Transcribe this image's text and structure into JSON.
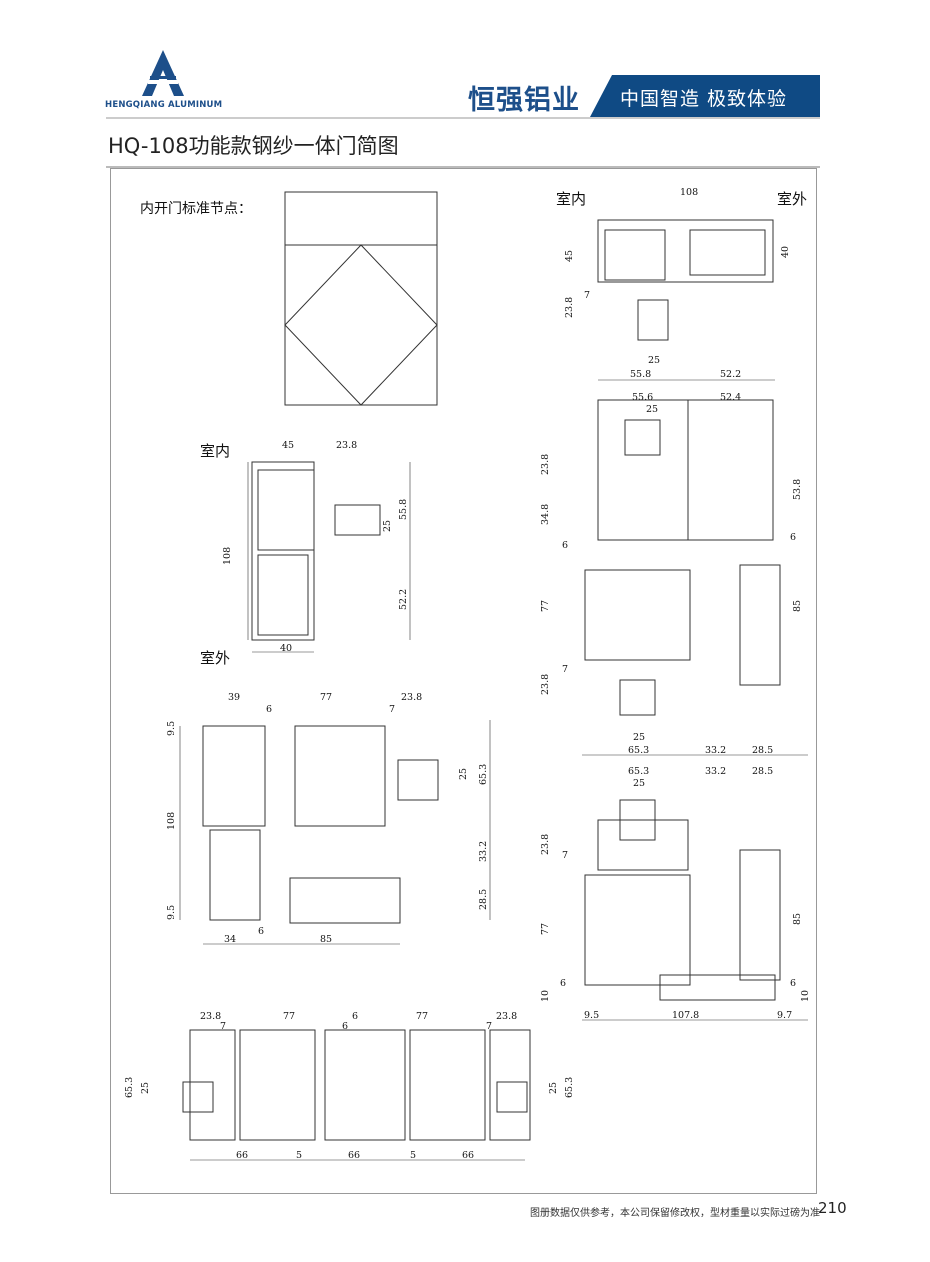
{
  "header": {
    "logo_text": "HENGQIANG ALUMINUM",
    "brand": "恒强铝业",
    "slogan": "中国智造 极致体验",
    "accent": "#0f4a84"
  },
  "page_title": "HQ-108功能款钢纱一体门简图",
  "legend": {
    "label": "内开门标准节点："
  },
  "d1": {
    "indoor": "室内",
    "outdoor": "室外",
    "l": [
      "45",
      "23.8",
      "25",
      "55.8",
      "108",
      "52.2",
      "40"
    ]
  },
  "d2": {
    "l": [
      "39",
      "6",
      "77",
      "7",
      "23.8",
      "9.5",
      "108",
      "25",
      "65.3",
      "33.2",
      "28.5",
      "9.5",
      "6",
      "34",
      "85"
    ]
  },
  "d3": {
    "l": [
      "23.8",
      "7",
      "77",
      "6",
      "6",
      "77",
      "7",
      "23.8",
      "65.3",
      "25",
      "25",
      "65.3",
      "66",
      "5",
      "66",
      "5",
      "66"
    ]
  },
  "r1": {
    "indoor": "室内",
    "outdoor": "室外",
    "l": [
      "108",
      "45",
      "40",
      "23.8",
      "7",
      "25",
      "55.8",
      "52.2"
    ]
  },
  "r2": {
    "l": [
      "55.6",
      "25",
      "52.4",
      "23.8",
      "53.8",
      "34.8",
      "6",
      "6",
      "77",
      "85",
      "23.8",
      "7",
      "25",
      "65.3",
      "33.2",
      "28.5"
    ]
  },
  "r3": {
    "l": [
      "65.3",
      "33.2",
      "28.5",
      "25",
      "23.8",
      "7",
      "77",
      "85",
      "10",
      "6",
      "6",
      "10",
      "9.5",
      "107.8",
      "9.7"
    ]
  },
  "footer": {
    "note": "图册数据仅供参考，本公司保留修改权，型材重量以实际过磅为准",
    "page": "210"
  }
}
